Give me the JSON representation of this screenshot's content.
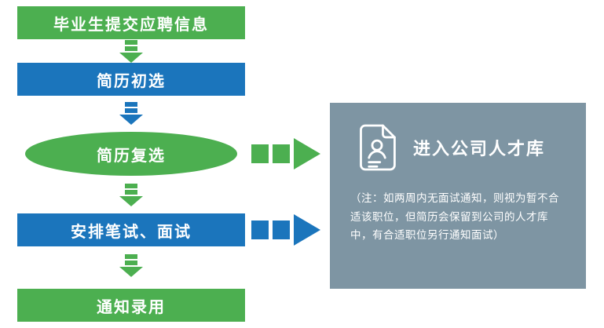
{
  "flow": {
    "steps": [
      {
        "label": "毕业生提交应聘信息"
      },
      {
        "label": "简历初选"
      },
      {
        "label": "简历复选"
      },
      {
        "label": "安排笔试、面试"
      },
      {
        "label": "通知录用"
      }
    ]
  },
  "panel": {
    "title": "进入公司人才库",
    "note": "（注：如两周内无面试通知，则视为暂不合适该职位，但简历会保留到公司的人才库中，有合适职位另行通知面试）"
  },
  "colors": {
    "green": "#4CAF50",
    "blue": "#1B75BC",
    "panel_bg": "#7E95A3",
    "text_on_fill": "#FFFFFF"
  }
}
